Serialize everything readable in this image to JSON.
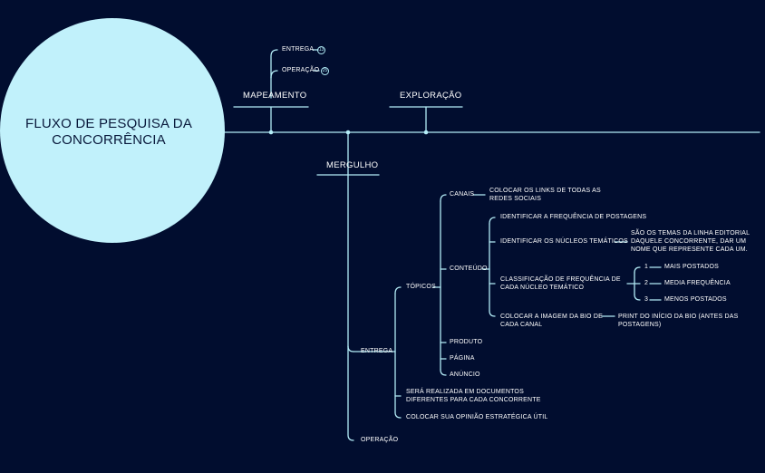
{
  "colors": {
    "background": "#010d2f",
    "line": "#b3ecf7",
    "circle": "#c1f1fb",
    "text": "#ffffff",
    "title": "#0a1a3c"
  },
  "central": {
    "title": "FLUXO DE PESQUISA DA CONCORRÊNCIA"
  },
  "branches": {
    "mapeamento": {
      "label": "MAPEAMENTO",
      "children": [
        {
          "label": "ENTREGA",
          "badge": "13"
        },
        {
          "label": "OPERAÇÃO",
          "badge": "25"
        }
      ]
    },
    "exploracao": {
      "label": "EXPLORAÇÃO"
    },
    "mergulho": {
      "label": "MERGULHO",
      "entrega": {
        "label": "ENTREGA",
        "topicos": {
          "label": "TÓPICOS",
          "canais": {
            "label": "CANAIS",
            "note": "COLOCAR OS LINKS DE TODAS AS REDES SOCIAIS"
          },
          "conteudo": {
            "label": "CONTEÚDO",
            "items": [
              {
                "label": "IDENTIFICAR A FREQUÊNCIA DE POSTAGENS"
              },
              {
                "label": "IDENTIFICAR OS NÚCLEOS TEMÁTICOS",
                "note": "SÃO OS TEMAS DA LINHA EDITORIAL DAQUELE CONCORRENTE, DAR UM NOME QUE REPRESENTE CADA UM."
              },
              {
                "label": "CLASSIFICAÇÃO DE FREQUÊNCIA DE CADA NÚCLEO TEMÁTICO",
                "levels": [
                  {
                    "num": "1",
                    "label": "MAIS POSTADOS"
                  },
                  {
                    "num": "2",
                    "label": "MEDIA FREQUÊNCIA"
                  },
                  {
                    "num": "3",
                    "label": "MENOS POSTADOS"
                  }
                ]
              },
              {
                "label": "COLOCAR A IMAGEM DA BIO DE CADA CANAL",
                "note": "PRINT DO INÍCIO DA BIO (ANTES DAS POSTAGENS)"
              }
            ]
          },
          "produto": {
            "label": "PRODUTO"
          },
          "pagina": {
            "label": "PÁGINA"
          },
          "anuncio": {
            "label": "ANÚNCIO"
          }
        },
        "documentos": {
          "label": "SERÁ REALIZADA EM DOCUMENTOS DIFERENTES PARA CADA CONCORRENTE"
        },
        "opiniao": {
          "label": "COLOCAR SUA OPINIÃO ESTRATÉGICA ÚTIL"
        }
      },
      "operacao": {
        "label": "OPERAÇÃO"
      }
    }
  }
}
